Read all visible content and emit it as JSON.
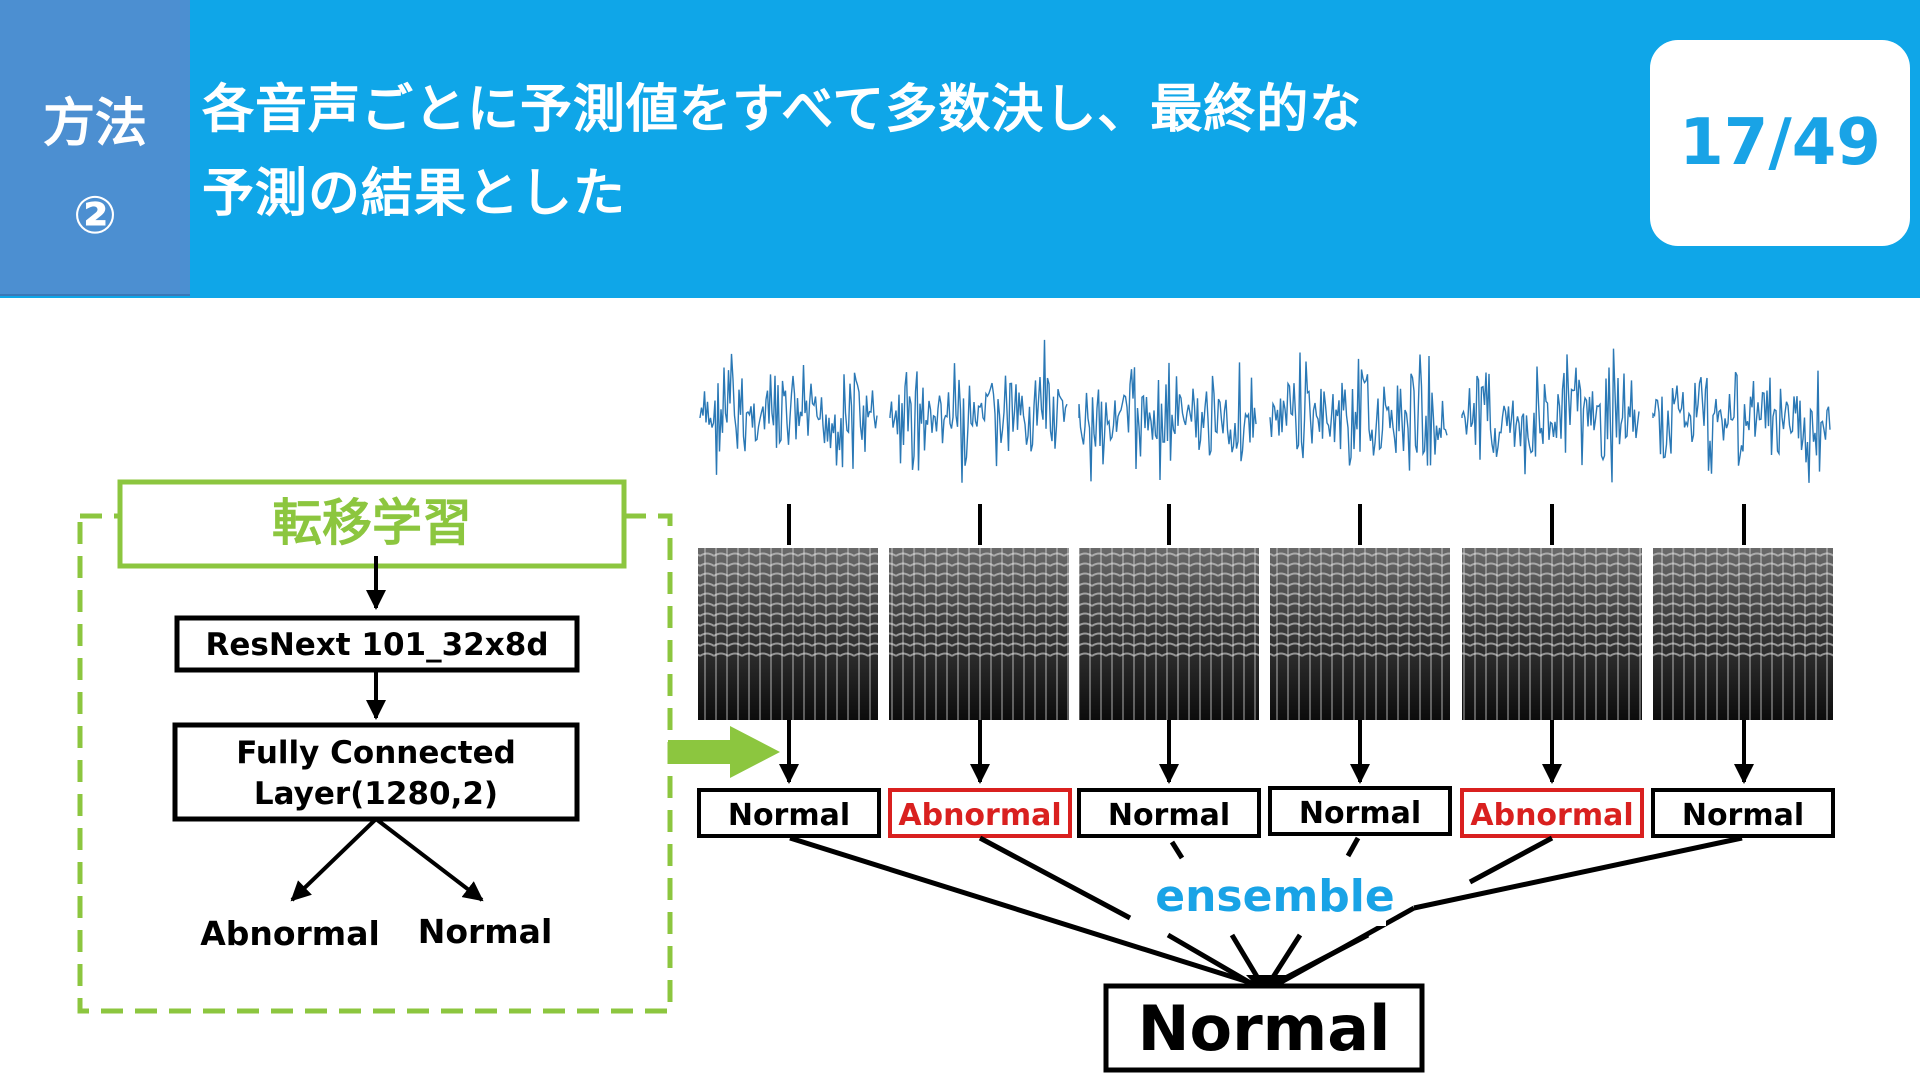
{
  "header": {
    "section_line1": "方法",
    "section_line2": "②",
    "title_line1": "各音声ごとに予測値をすべて多数決し、最終的な",
    "title_line2": "予測の結果とした",
    "page_counter": "17/49"
  },
  "model": {
    "group_label": "転移学習",
    "backbone_label": "ResNext 101_32x8d",
    "fc_line1": "Fully Connected",
    "fc_line2": "Layer(1280,2)",
    "output_left": "Abnormal",
    "output_right": "Normal"
  },
  "segments": [
    {
      "prediction": "Normal",
      "status": "normal"
    },
    {
      "prediction": "Abnormal",
      "status": "abnormal"
    },
    {
      "prediction": "Normal",
      "status": "normal"
    },
    {
      "prediction": "Normal",
      "status": "normal"
    },
    {
      "prediction": "Abnormal",
      "status": "abnormal"
    },
    {
      "prediction": "Normal",
      "status": "normal"
    }
  ],
  "ensemble_label": "ensemble",
  "final_result": "Normal",
  "colors": {
    "header_bg": "#0fa6e8",
    "section_bg": "#4c8fd1",
    "transfer_green": "#8cc63f",
    "waveform_blue": "#2a78b5",
    "abnormal_red": "#d9201f",
    "ensemble_blue": "#19a3e6"
  }
}
